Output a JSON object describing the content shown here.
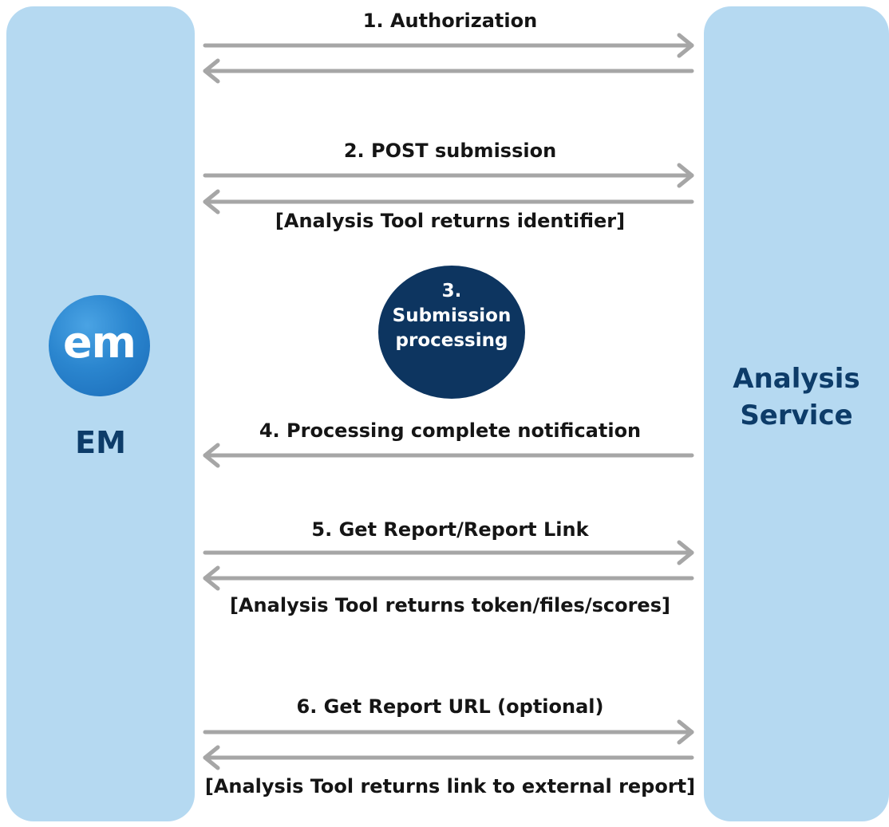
{
  "lanes": {
    "left": {
      "title": "EM",
      "logo_text": "em"
    },
    "right": {
      "title_line1": "Analysis",
      "title_line2": "Service"
    }
  },
  "steps": [
    {
      "label": "1.   Authorization",
      "note": "",
      "directions": [
        "right",
        "left"
      ]
    },
    {
      "label": "2. POST submission",
      "note": "[Analysis Tool returns identifier]",
      "directions": [
        "right",
        "left"
      ]
    },
    {
      "label_lines": [
        "3.",
        "Submission",
        "processing"
      ]
    },
    {
      "label": "4. Processing complete notification",
      "note": "",
      "directions": [
        "left"
      ]
    },
    {
      "label": "5. Get Report/Report Link",
      "note": "[Analysis Tool returns token/files/scores]",
      "directions": [
        "right",
        "left"
      ]
    },
    {
      "label": "6. Get Report URL (optional)",
      "note": "[Analysis Tool returns link to external report]",
      "directions": [
        "right",
        "left"
      ]
    }
  ],
  "colors": {
    "lane": "#b5d9f1",
    "title": "#0d3c69",
    "circle": "#0d3560",
    "arrow": "#a6a6a6",
    "logo": "#2b86cf"
  }
}
